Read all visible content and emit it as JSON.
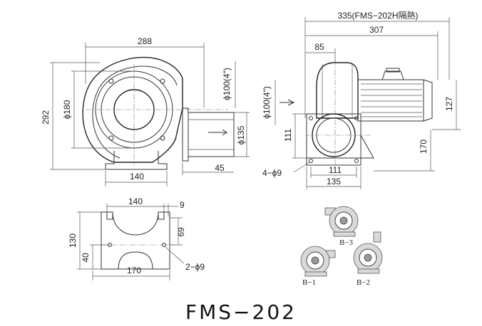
{
  "title": "FMS−202",
  "front_view": {
    "width": "288",
    "height": "292",
    "inlet_dia": "ϕ180",
    "outlet_dia": "ϕ100(4\")",
    "outlet_flange": "ϕ135",
    "base_width": "140",
    "outlet_length": "45"
  },
  "side_view": {
    "total_insulated": "335(FMS−202H隔熱)",
    "total": "307",
    "front_to_center": "85",
    "outlet_dia": "ϕ100(4\")",
    "motor_height": "127",
    "center_height": "170",
    "outlet_height": "111",
    "mount_holes": "4−ϕ9",
    "base_inner": "111",
    "base_outer": "135"
  },
  "base_view": {
    "width": "140",
    "slot": "9",
    "depth": "130",
    "hole_spacing": "69",
    "offset": "40",
    "length": "170",
    "holes": "2−ϕ9"
  },
  "orientations": {
    "b1": "B−1",
    "b2": "B−2",
    "b3": "B−3"
  }
}
